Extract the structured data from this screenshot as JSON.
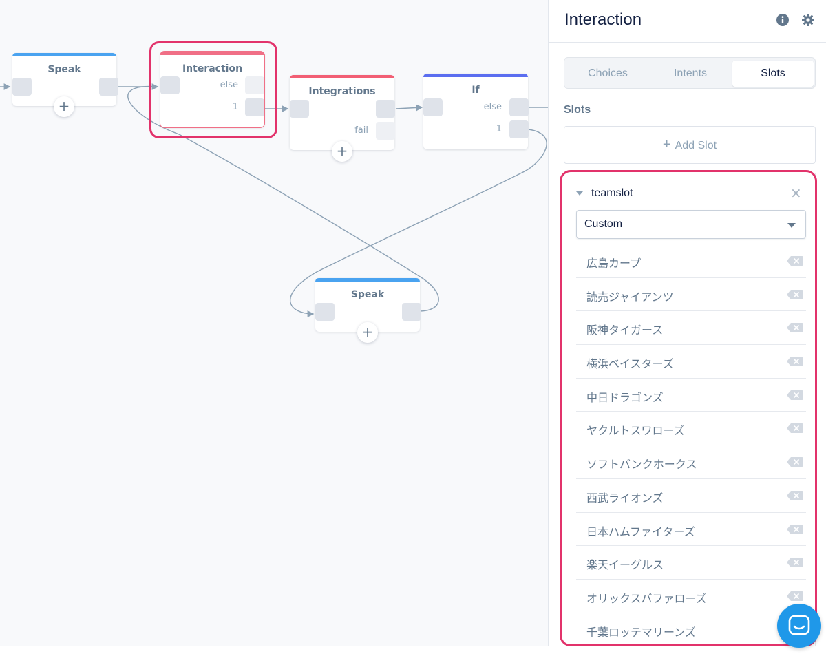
{
  "canvas": {
    "nodes": {
      "speak_left": {
        "title": "Speak",
        "bar_color": "#4aa3f0"
      },
      "interaction": {
        "title": "Interaction",
        "bar_color": "#f06f86",
        "port_else": "else",
        "port_one": "1"
      },
      "integrations": {
        "title": "Integrations",
        "bar_color": "#f25f74",
        "port_fail": "fail"
      },
      "if": {
        "title": "If",
        "bar_color": "#5b6ef0",
        "port_else": "else",
        "port_one": "1"
      },
      "speak_bottom": {
        "title": "Speak",
        "bar_color": "#4aa3f0"
      }
    },
    "add_symbol": "+",
    "highlight_color": "#e2336b"
  },
  "panel": {
    "title": "Interaction",
    "info_icon": "info-icon",
    "settings_icon": "gear-icon",
    "tabs": [
      {
        "label": "Choices",
        "active": false
      },
      {
        "label": "Intents",
        "active": false
      },
      {
        "label": "Slots",
        "active": true
      }
    ],
    "section_label": "Slots",
    "add_slot_label": "Add Slot",
    "slot": {
      "name": "teamslot",
      "type_selected": "Custom",
      "values": [
        "広島カープ",
        "読売ジャイアンツ",
        "阪神タイガース",
        "横浜ベイスターズ",
        "中日ドラゴンズ",
        "ヤクルトスワローズ",
        "ソフトバンクホークス",
        "西武ライオンズ",
        "日本ハムファイターズ",
        "楽天イーグルス",
        "オリックスバファローズ",
        "千葉ロッテマリーンズ"
      ]
    }
  },
  "chat_launcher_color": "#1f98e9"
}
